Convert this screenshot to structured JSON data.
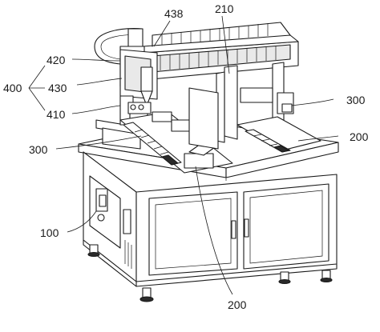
{
  "labels": {
    "l438": "438",
    "l210": "210",
    "l420": "420",
    "l400": "400",
    "l430": "430",
    "l410": "410",
    "l300_right": "300",
    "l200_right": "200",
    "l300_left": "300",
    "l100": "100",
    "l200_bottom": "200"
  },
  "colors": {
    "stroke": "#1a1a1a",
    "background": "#ffffff"
  }
}
